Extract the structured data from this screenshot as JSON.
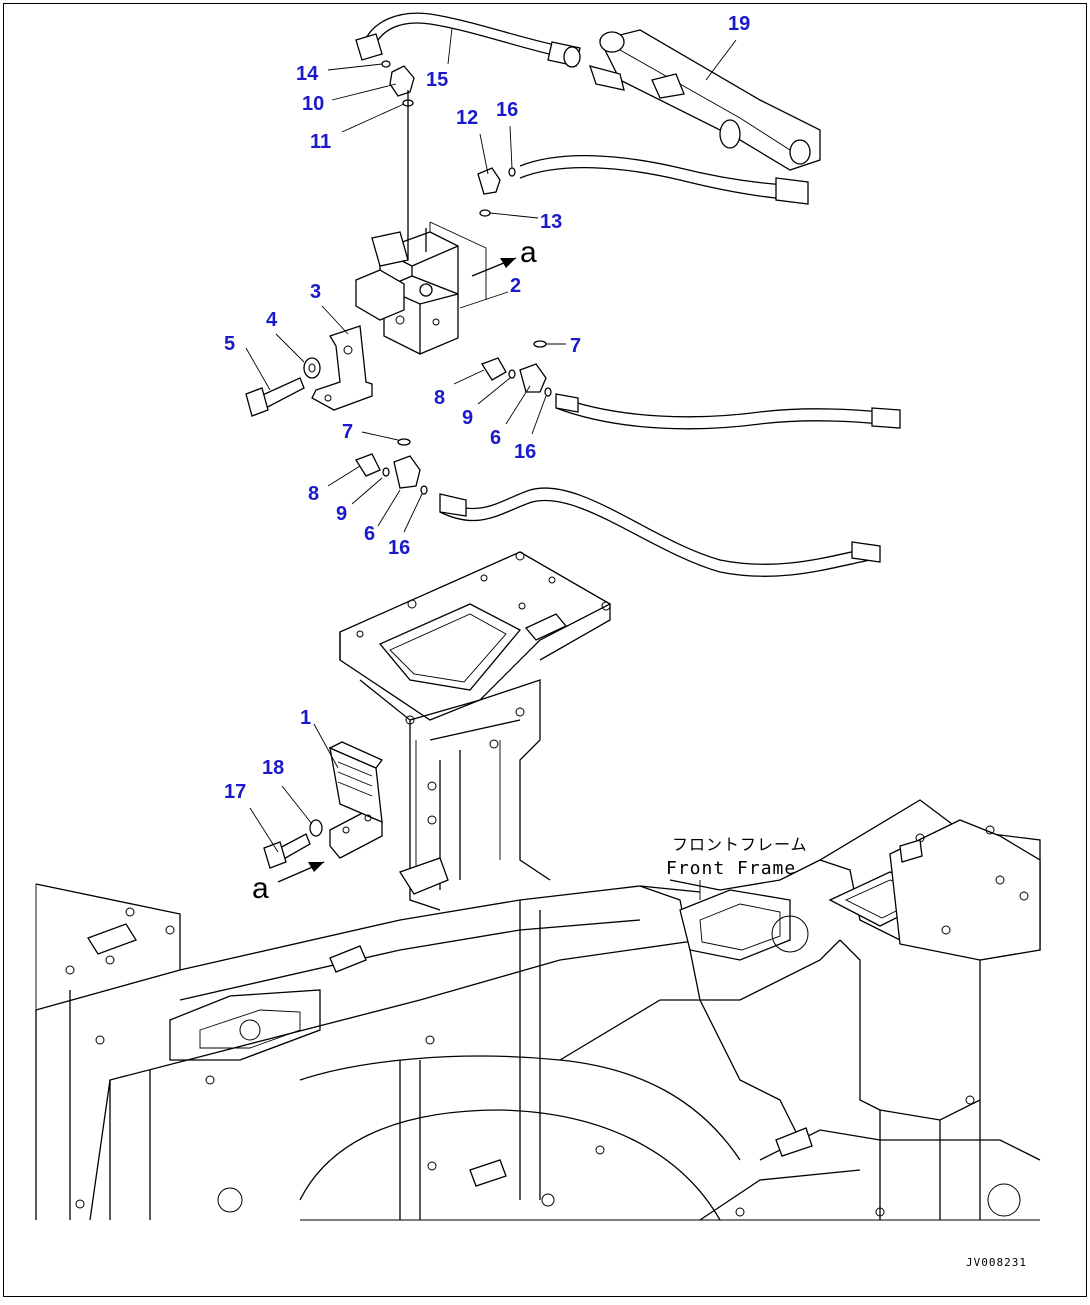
{
  "callouts": {
    "c1": "1",
    "c2": "2",
    "c3": "3",
    "c4": "4",
    "c5": "5",
    "c6a": "6",
    "c6b": "6",
    "c7a": "7",
    "c7b": "7",
    "c8a": "8",
    "c8b": "8",
    "c9a": "9",
    "c9b": "9",
    "c10": "10",
    "c11": "11",
    "c12": "12",
    "c13": "13",
    "c14": "14",
    "c15": "15",
    "c16a": "16",
    "c16b": "16",
    "c16c": "16",
    "c17": "17",
    "c18": "18",
    "c19": "19"
  },
  "ref_letters": {
    "top": "a",
    "bottom": "a"
  },
  "frame_label": {
    "japanese": "フロントフレーム",
    "english": "Front Frame"
  },
  "drawing_code": "JV008231",
  "colors": {
    "callout": "#1a1acc",
    "line": "#000000",
    "background": "#ffffff"
  }
}
